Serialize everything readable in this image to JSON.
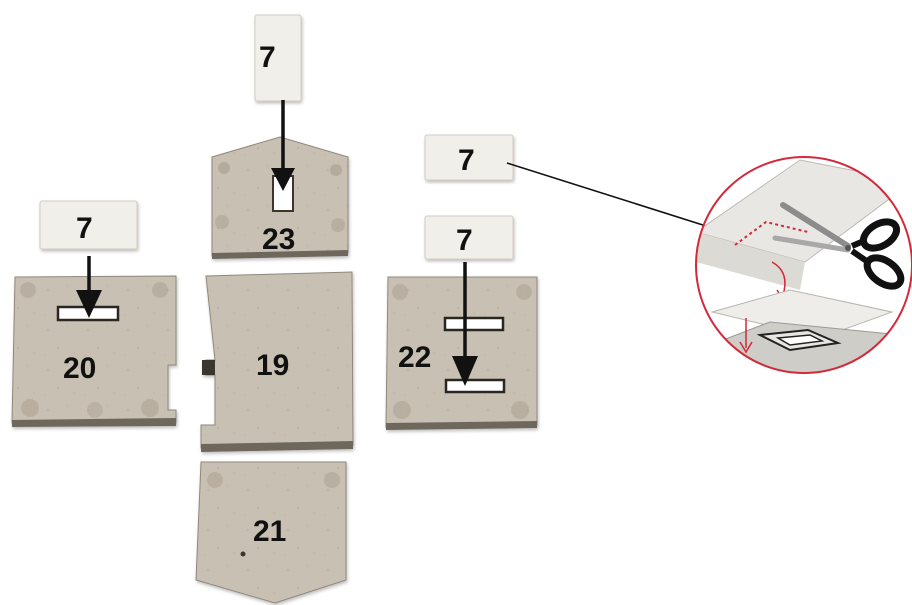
{
  "colors": {
    "board": "#c7bfb2",
    "board_edge": "#8f877b",
    "board_burn": "#9a8f80",
    "paper": "#f1efe9",
    "paper_shadow": "#cfcac0",
    "arrow": "#111111",
    "circle_border": "#d22a3a",
    "dotted_line": "#d22a3a"
  },
  "paper_labels": {
    "top": "7",
    "mid_right": "7",
    "left": "7",
    "right": "7"
  },
  "pieces": {
    "p23": "23",
    "p20": "20",
    "p19": "19",
    "p22": "22",
    "p21": "21"
  },
  "inset": {
    "icons": [
      "scissors-icon",
      "cut-paper-icon",
      "slot-window-icon"
    ]
  }
}
